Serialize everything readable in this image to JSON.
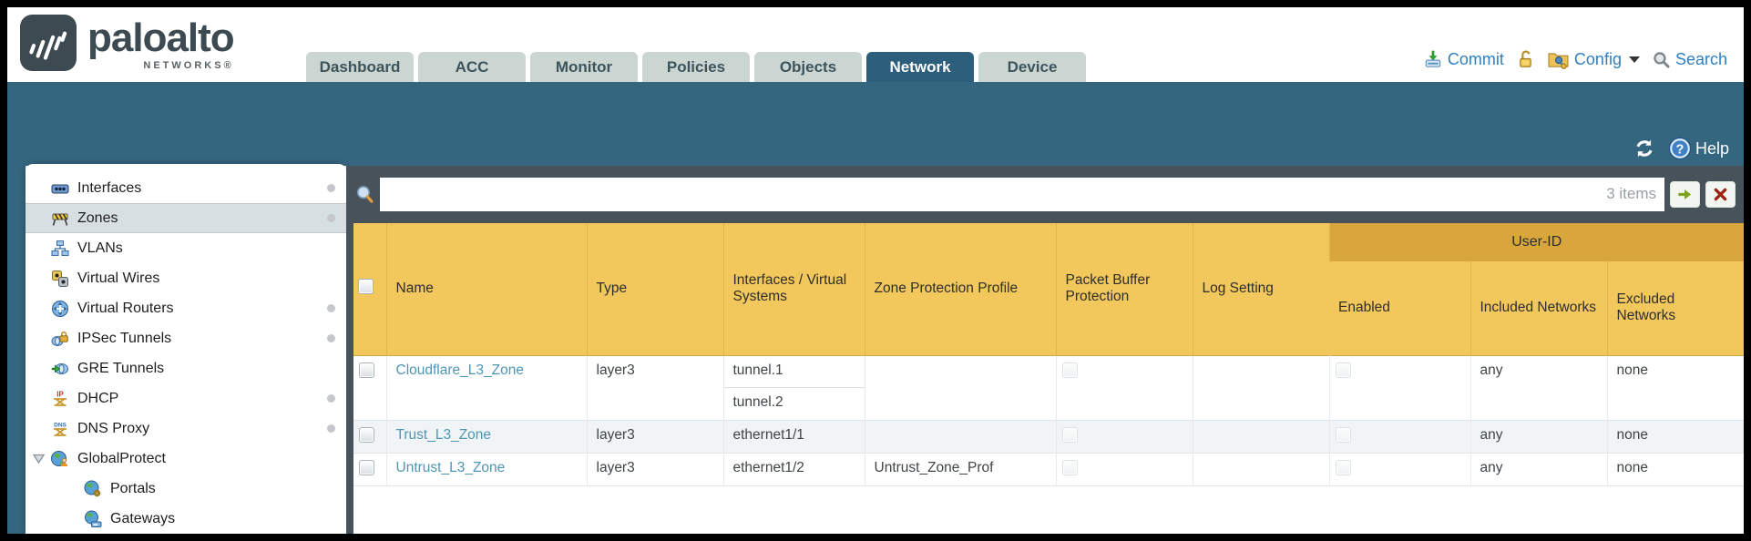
{
  "brand": {
    "wordmark": "paloalto",
    "sub": "NETWORKS®"
  },
  "nav_tabs": [
    {
      "label": "Dashboard",
      "active": false
    },
    {
      "label": "ACC",
      "active": false
    },
    {
      "label": "Monitor",
      "active": false
    },
    {
      "label": "Policies",
      "active": false
    },
    {
      "label": "Objects",
      "active": false
    },
    {
      "label": "Network",
      "active": true
    },
    {
      "label": "Device",
      "active": false
    }
  ],
  "utility": {
    "commit_label": "Commit",
    "config_label": "Config",
    "search_label": "Search"
  },
  "subheader": {
    "help_label": "Help"
  },
  "sidebar": {
    "items": [
      {
        "label": "Interfaces",
        "icon": "interfaces-icon",
        "dot": true
      },
      {
        "label": "Zones",
        "icon": "zones-icon",
        "dot": true,
        "selected": true
      },
      {
        "label": "VLANs",
        "icon": "vlans-icon"
      },
      {
        "label": "Virtual Wires",
        "icon": "virtual-wires-icon"
      },
      {
        "label": "Virtual Routers",
        "icon": "virtual-routers-icon",
        "dot": true
      },
      {
        "label": "IPSec Tunnels",
        "icon": "ipsec-tunnels-icon",
        "dot": true
      },
      {
        "label": "GRE Tunnels",
        "icon": "gre-tunnels-icon"
      },
      {
        "label": "DHCP",
        "icon": "dhcp-icon",
        "dot": true
      },
      {
        "label": "DNS Proxy",
        "icon": "dns-proxy-icon",
        "dot": true
      },
      {
        "label": "GlobalProtect",
        "icon": "globalprotect-icon",
        "expander": true
      },
      {
        "label": "Portals",
        "icon": "portals-icon",
        "indent": true
      },
      {
        "label": "Gateways",
        "icon": "gateways-icon",
        "indent": true
      }
    ]
  },
  "toolbar": {
    "items_count": "3 items"
  },
  "table": {
    "group_header": "User-ID",
    "columns": [
      {
        "label": "",
        "key": "select"
      },
      {
        "label": "Name",
        "key": "name"
      },
      {
        "label": "Type",
        "key": "type"
      },
      {
        "label": "Interfaces / Virtual Systems",
        "key": "interfaces"
      },
      {
        "label": "Zone Protection Profile",
        "key": "zone_protection_profile"
      },
      {
        "label": "Packet Buffer Protection",
        "key": "packet_buffer_protection"
      },
      {
        "label": "Log Setting",
        "key": "log_setting"
      },
      {
        "label": "Enabled",
        "key": "enabled",
        "group": "User-ID"
      },
      {
        "label": "Included Networks",
        "key": "included_networks",
        "group": "User-ID"
      },
      {
        "label": "Excluded Networks",
        "key": "excluded_networks",
        "group": "User-ID"
      }
    ],
    "rows": [
      {
        "name": "Cloudflare_L3_Zone",
        "type": "layer3",
        "interfaces": [
          "tunnel.1",
          "tunnel.2"
        ],
        "zone_protection_profile": "",
        "log_setting": "",
        "included_networks": "any",
        "excluded_networks": "none",
        "alt": false
      },
      {
        "name": "Trust_L3_Zone",
        "type": "layer3",
        "interfaces": [
          "ethernet1/1"
        ],
        "zone_protection_profile": "",
        "log_setting": "",
        "included_networks": "any",
        "excluded_networks": "none",
        "alt": true
      },
      {
        "name": "Untrust_L3_Zone",
        "type": "layer3",
        "interfaces": [
          "ethernet1/2"
        ],
        "zone_protection_profile": "Untrust_Zone_Prof",
        "log_setting": "",
        "included_networks": "any",
        "excluded_networks": "none",
        "alt": false
      }
    ]
  },
  "colors": {
    "teal_band": "#35667F",
    "active_tab": "#2D5F7D",
    "charcoal_strip": "#47525A",
    "header_amber": "#F2C75C",
    "group_amber": "#D9A63C",
    "link_blue": "#4E96B4",
    "utility_blue": "#2E7FC2"
  }
}
